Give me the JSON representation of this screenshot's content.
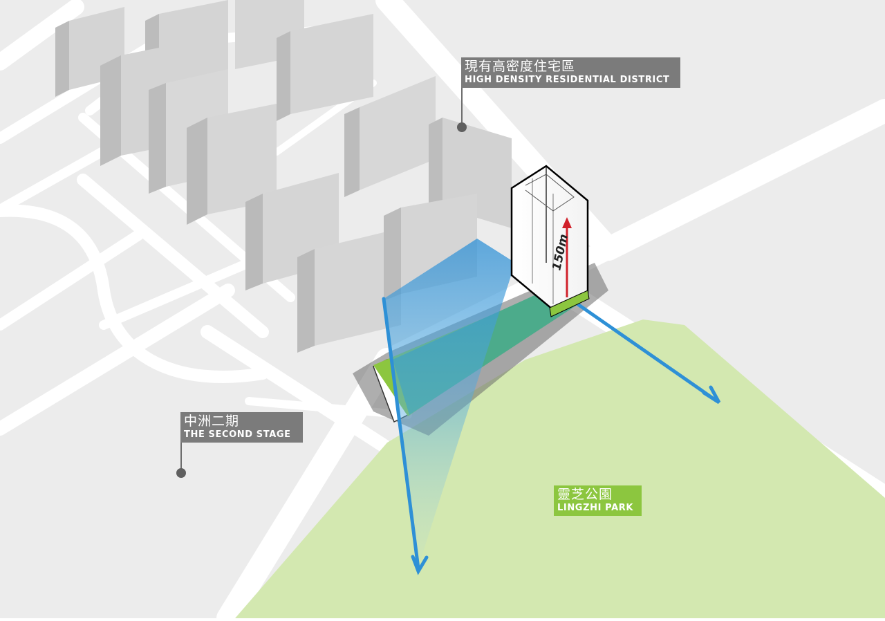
{
  "labels": {
    "residential": {
      "zh": "現有高密度住宅區",
      "en": "HIGH DENSITY RESIDENTIAL DISTRICT"
    },
    "second_stage": {
      "zh": "中洲二期",
      "en": "THE SECOND STAGE"
    },
    "park": {
      "zh": "靈芝公園",
      "en": "LINGZHI PARK"
    },
    "tower_height": "150m"
  },
  "colors": {
    "background": "#ececec",
    "road": "#ffffff",
    "building_light": "#dcdcdc",
    "building_dark": "#bdbdbd",
    "park": "#d3e8b0",
    "view_cone": "#2e90d6",
    "podium_green": "#4cab8b",
    "height_arrow": "#d0202a",
    "label_grey": "#7b7b7b",
    "label_green": "#8cc63f"
  }
}
